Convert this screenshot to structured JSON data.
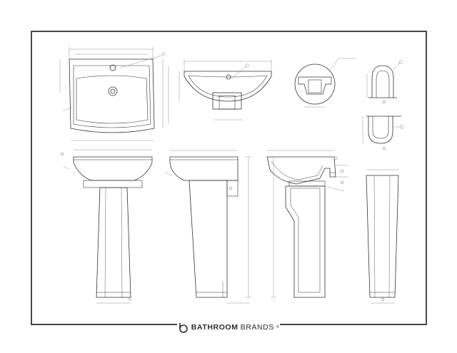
{
  "brand": {
    "name_bold": "BATHROOM",
    "name_regular": "BRANDS",
    "trademark": "®"
  },
  "colors": {
    "frame": "#1a1a1a",
    "line": "#333333",
    "dim": "#777777",
    "background": "#ffffff"
  },
  "views": [
    "basin-plan-view",
    "basin-section-view",
    "waste-outlet-detail",
    "overflow-detail-top",
    "overflow-detail-bottom",
    "front-elevation-with-pedestal",
    "side-elevation-with-pedestal",
    "cross-section-with-pedestal",
    "pedestal-only-elevation"
  ]
}
